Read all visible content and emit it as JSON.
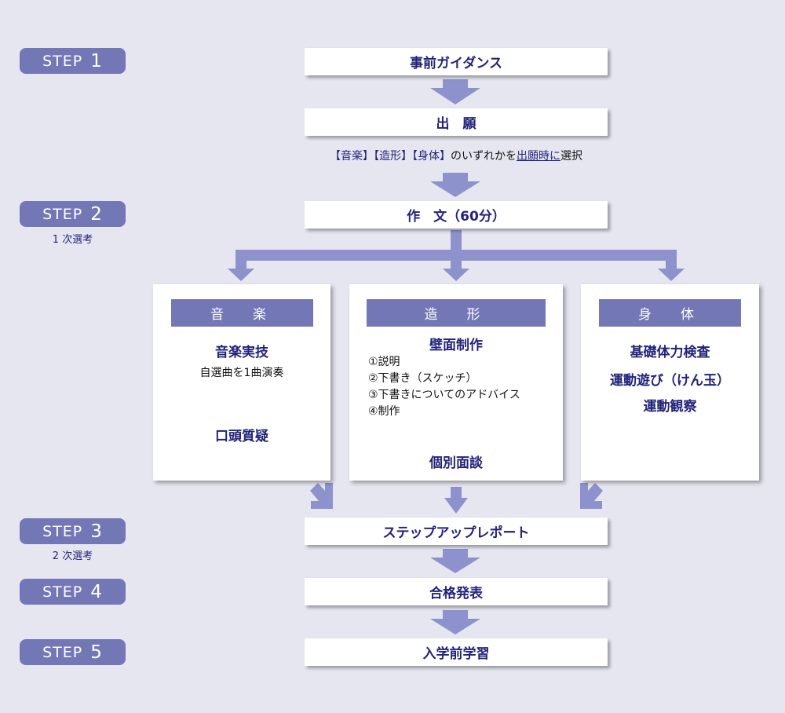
{
  "steps": [
    {
      "label": "STEP",
      "num": "1"
    },
    {
      "label": "STEP",
      "num": "2",
      "sub": "1 次選考"
    },
    {
      "label": "STEP",
      "num": "3",
      "sub": "2 次選考"
    },
    {
      "label": "STEP",
      "num": "4"
    },
    {
      "label": "STEP",
      "num": "5"
    }
  ],
  "boxes": {
    "guidance": "事前ガイダンス",
    "application": "出　願",
    "essay": "作　文（60分）",
    "report": "ステップアップレポート",
    "result": "合格発表",
    "pre_study": "入学前学習"
  },
  "note": {
    "p1": "【音楽】【造形】【身体】",
    "p2": "のいずれかを",
    "p3": "出願時に",
    "p4": "選択"
  },
  "panels": {
    "music": {
      "header": "音　楽",
      "item1": "音楽実技",
      "item1_sub": "自選曲を1曲演奏",
      "item2": "口頭質疑"
    },
    "art": {
      "header": "造　形",
      "item1": "壁面制作",
      "list": [
        "①説明",
        "②下書き（スケッチ）",
        "③下書きについてのアドバイス",
        "④制作"
      ],
      "item2": "個別面談"
    },
    "body": {
      "header": "身　体",
      "items": [
        "基礎体力検査",
        "運動遊び（けん玉）",
        "運動観察"
      ]
    }
  },
  "colors": {
    "accent": "#7477b6",
    "arrow": "#8e92cc",
    "text": "#23237a",
    "background": "#e6e6f0"
  }
}
